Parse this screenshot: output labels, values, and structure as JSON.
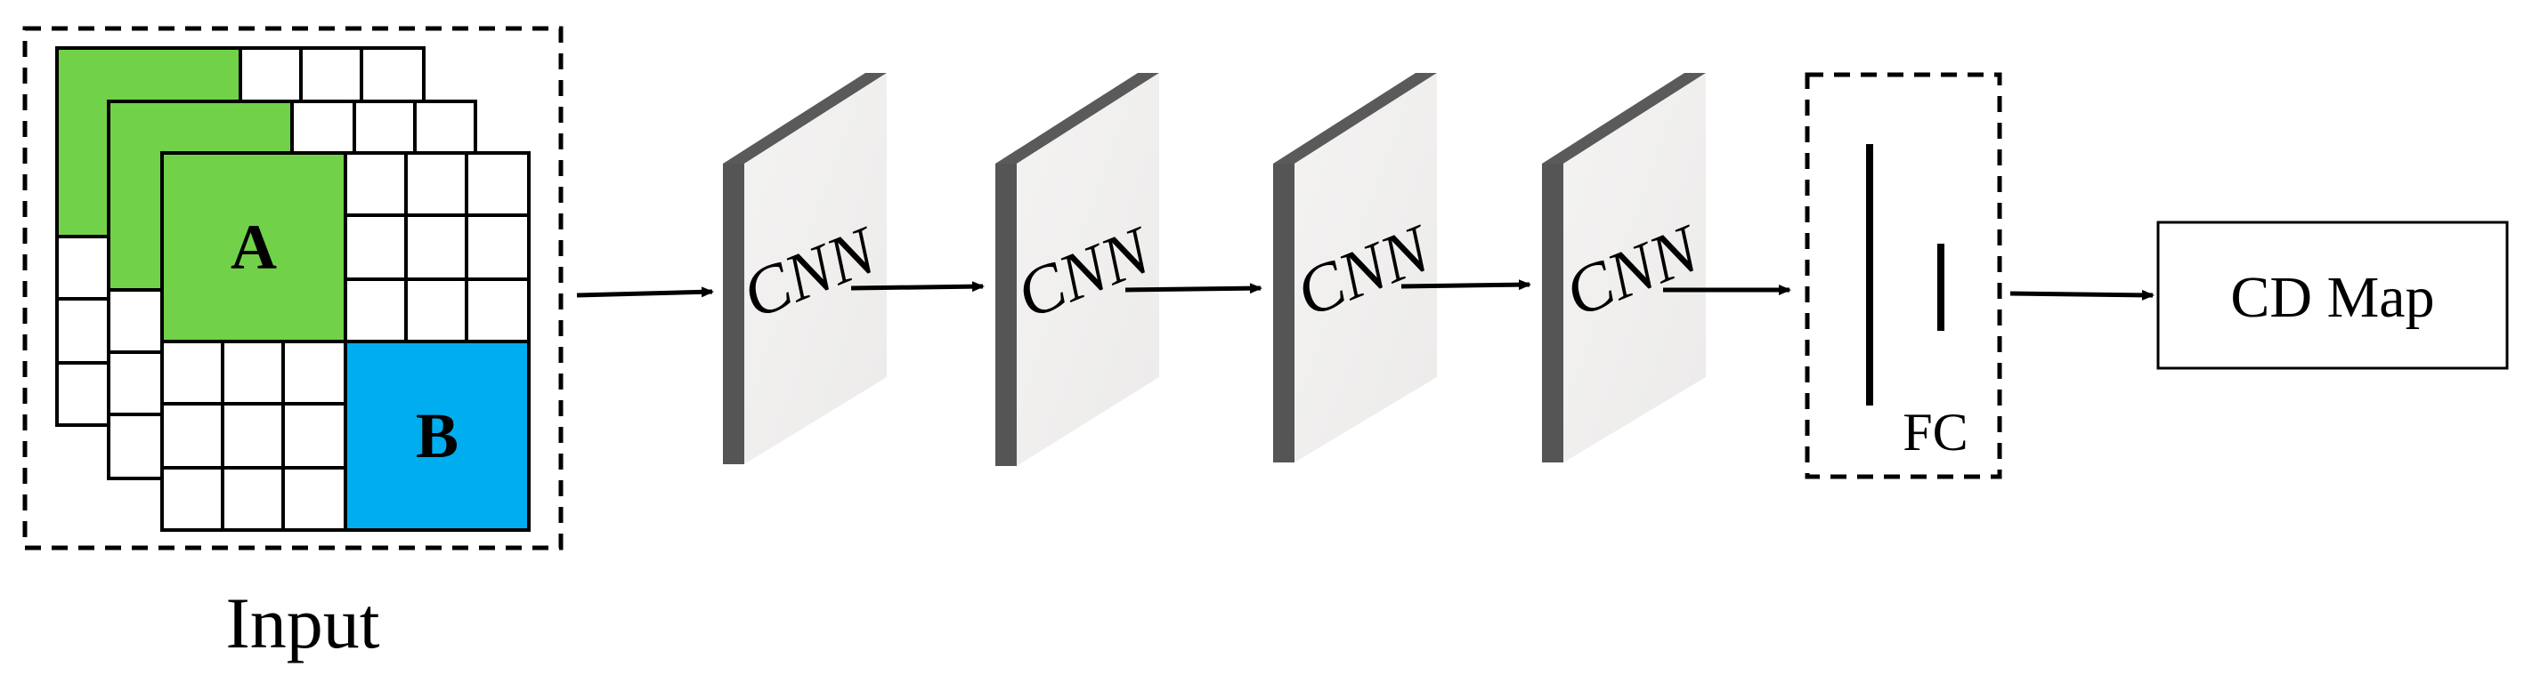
{
  "input": {
    "label": "Input",
    "cell_a": "A",
    "cell_b": "B"
  },
  "layers": [
    {
      "label": "CNN"
    },
    {
      "label": "CNN"
    },
    {
      "label": "CNN"
    },
    {
      "label": "CNN"
    }
  ],
  "fc": {
    "label": "FC"
  },
  "output": {
    "label": "CD Map"
  },
  "colors": {
    "green": "#71D249",
    "blue": "#00AEEF",
    "panel_face": "#F2F1F0",
    "panel_edge": "#555555"
  }
}
